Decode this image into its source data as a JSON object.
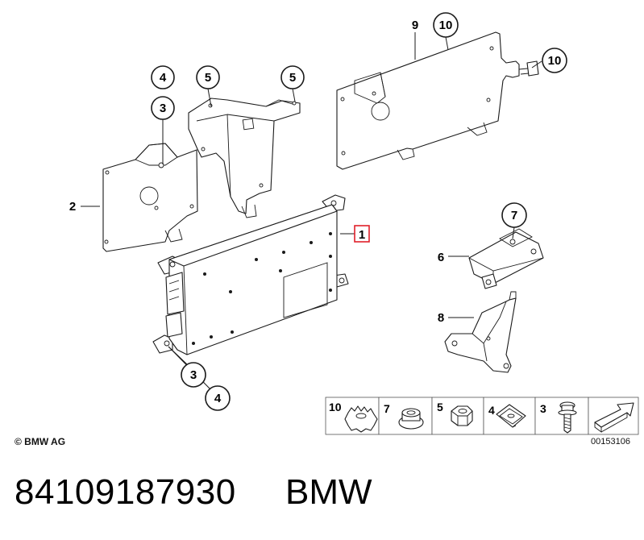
{
  "diagram": {
    "callouts": {
      "c4_top": "4",
      "c3_top": "3",
      "c5_left": "5",
      "c5_right": "5",
      "c9": "9",
      "c10_top": "10",
      "c10_right": "10",
      "c2": "2",
      "c1_highlight": "1",
      "c7": "7",
      "c6": "6",
      "c8": "8",
      "c3_bottom": "3",
      "c4_bottom": "4"
    },
    "highlight_color": "#e0202a",
    "legend": {
      "items": [
        {
          "label": "10",
          "icon": "serrated-nut-icon"
        },
        {
          "label": "7",
          "icon": "flange-nut-icon"
        },
        {
          "label": "5",
          "icon": "hex-nut-icon"
        },
        {
          "label": "4",
          "icon": "clip-nut-icon"
        },
        {
          "label": "3",
          "icon": "bolt-icon"
        }
      ],
      "arrow_icon": "direction-arrow-icon"
    },
    "drawing_number": "00153106",
    "copyright": "© BMW AG"
  },
  "part_number": "84109187930",
  "brand": "BMW"
}
